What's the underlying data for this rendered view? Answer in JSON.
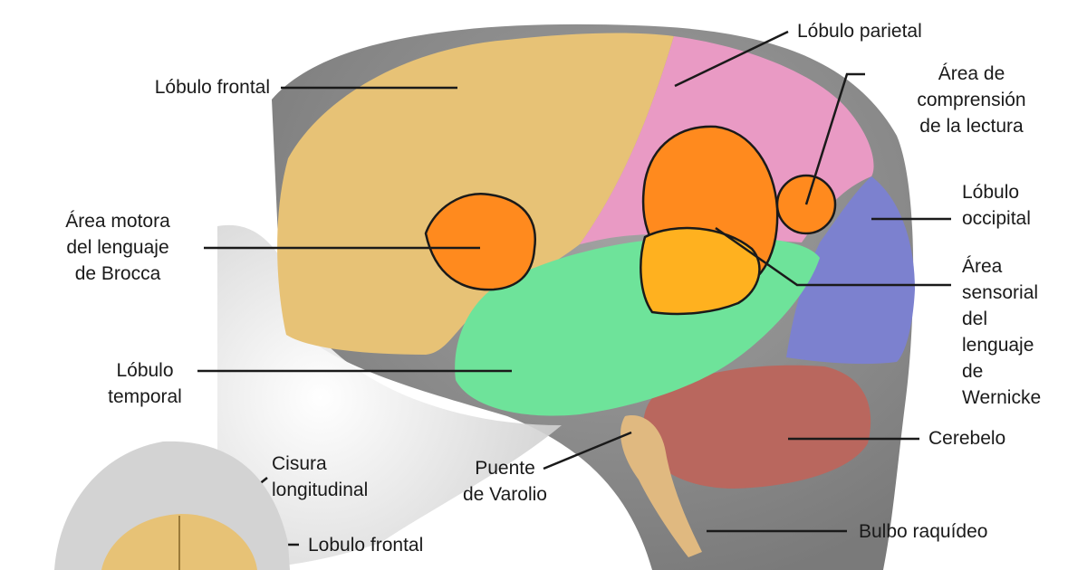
{
  "colors": {
    "head": "#8b8b8b",
    "frontal": "#e7c276",
    "parietal": "#e99ac4",
    "occipital": "#7c81cf",
    "temporal": "#6ee39a",
    "cerebellum": "#b9675e",
    "brainstem": "#e0b980",
    "highlight": "#ff8a1e",
    "wernicke": "#ffb11f"
  },
  "labels": {
    "frontal": [
      "Lóbulo frontal"
    ],
    "parietal": [
      "Lóbulo parietal"
    ],
    "reading": [
      "Área de",
      "comprensión",
      "de la lectura"
    ],
    "occipital": [
      "Lóbulo",
      "occipital"
    ],
    "broca": [
      "Área motora",
      "del lenguaje",
      "de Brocca"
    ],
    "wernicke": [
      "Área",
      "sensorial",
      "del",
      "lenguaje",
      "de",
      "Wernicke"
    ],
    "temporal": [
      "Lóbulo",
      "temporal"
    ],
    "cerebellum": [
      "Cerebelo"
    ],
    "pons": [
      "Puente",
      "de Varolio"
    ],
    "fissure": [
      "Cisura",
      "longitudinal"
    ],
    "frontal2": [
      "Lobulo frontal"
    ],
    "medulla": [
      "Bulbo raquídeo"
    ]
  }
}
